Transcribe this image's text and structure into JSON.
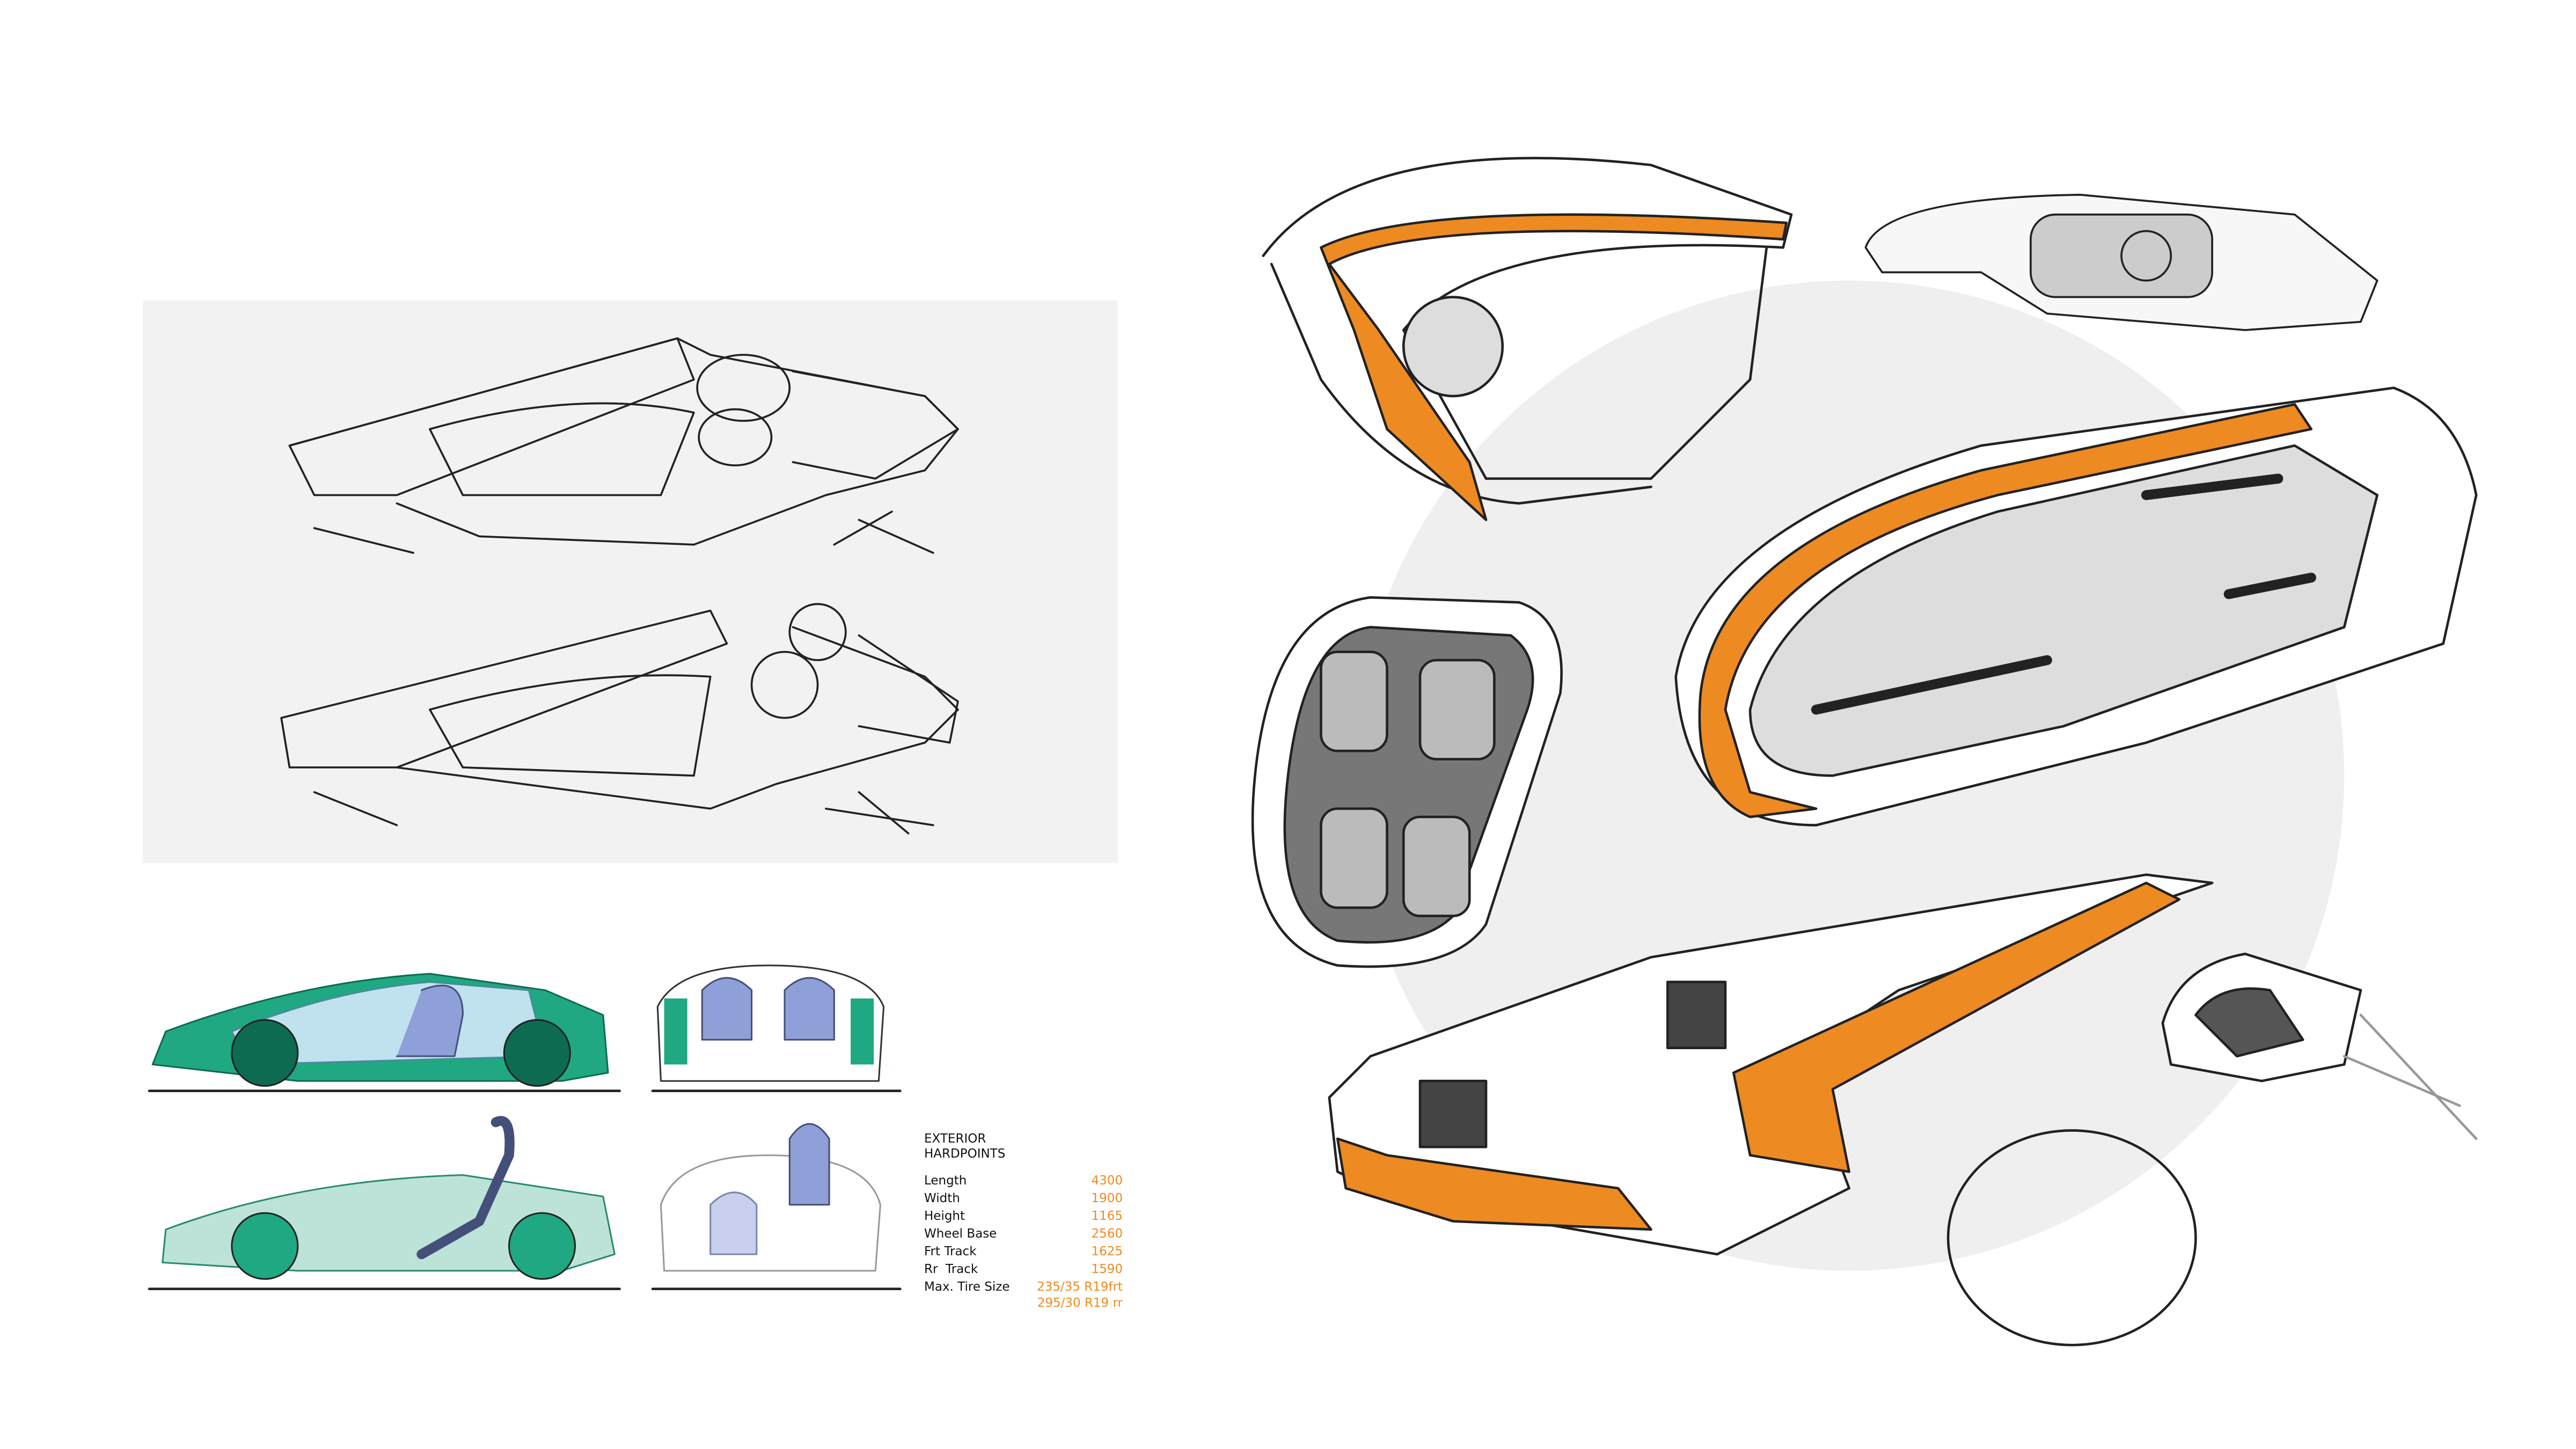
{
  "hardpoints": {
    "title_line1": "EXTERIOR",
    "title_line2": "HARDPOINTS",
    "rows": [
      {
        "label": "Length",
        "value": "4300"
      },
      {
        "label": "Width",
        "value": "1900"
      },
      {
        "label": "Height",
        "value": "1165"
      },
      {
        "label": "Wheel Base",
        "value": "2560"
      },
      {
        "label": "Frt Track",
        "value": "1625"
      },
      {
        "label": "Rr  Track",
        "value": "1590"
      },
      {
        "label": "Max. Tire Size",
        "value": "235/35 R19frt",
        "value2": "295/30 R19 rr"
      }
    ]
  },
  "colors": {
    "accent": "#ee8a22",
    "package_green": "#1fa882",
    "occupant_blue": "#8f9fd8",
    "backdrop_gray": "#efefef"
  }
}
